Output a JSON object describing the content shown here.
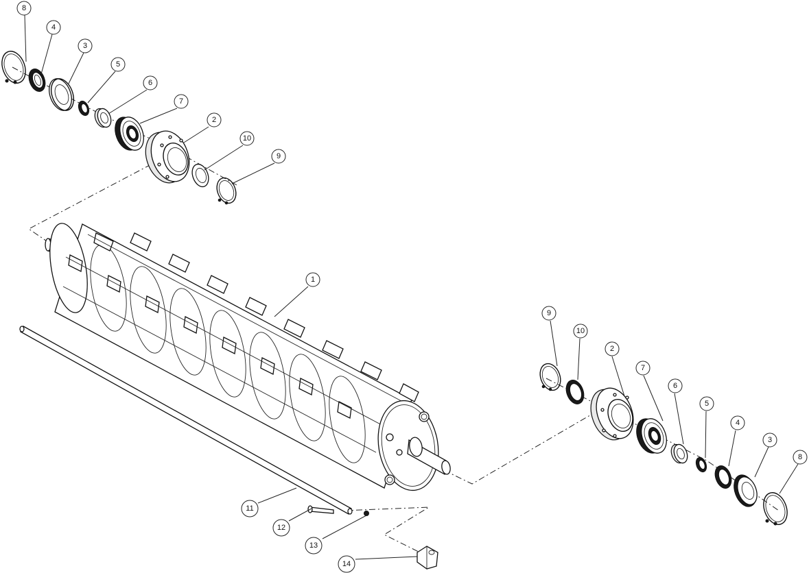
{
  "balloons": [
    {
      "id": "upper-left-8",
      "label": "8"
    },
    {
      "id": "upper-left-4",
      "label": "4"
    },
    {
      "id": "upper-left-3",
      "label": "3"
    },
    {
      "id": "upper-left-5",
      "label": "5"
    },
    {
      "id": "upper-left-6",
      "label": "6"
    },
    {
      "id": "upper-left-7",
      "label": "7"
    },
    {
      "id": "upper-left-2",
      "label": "2"
    },
    {
      "id": "upper-left-10",
      "label": "10"
    },
    {
      "id": "upper-left-9",
      "label": "9"
    },
    {
      "id": "rotor-1",
      "label": "1"
    },
    {
      "id": "right-9",
      "label": "9"
    },
    {
      "id": "right-10",
      "label": "10"
    },
    {
      "id": "right-2",
      "label": "2"
    },
    {
      "id": "right-7",
      "label": "7"
    },
    {
      "id": "right-6",
      "label": "6"
    },
    {
      "id": "right-5",
      "label": "5"
    },
    {
      "id": "right-4",
      "label": "4"
    },
    {
      "id": "right-3",
      "label": "3"
    },
    {
      "id": "right-8",
      "label": "8"
    },
    {
      "id": "bottom-11",
      "label": "11"
    },
    {
      "id": "bottom-12",
      "label": "12"
    },
    {
      "id": "bottom-13",
      "label": "13"
    },
    {
      "id": "bottom-14",
      "label": "14"
    }
  ]
}
